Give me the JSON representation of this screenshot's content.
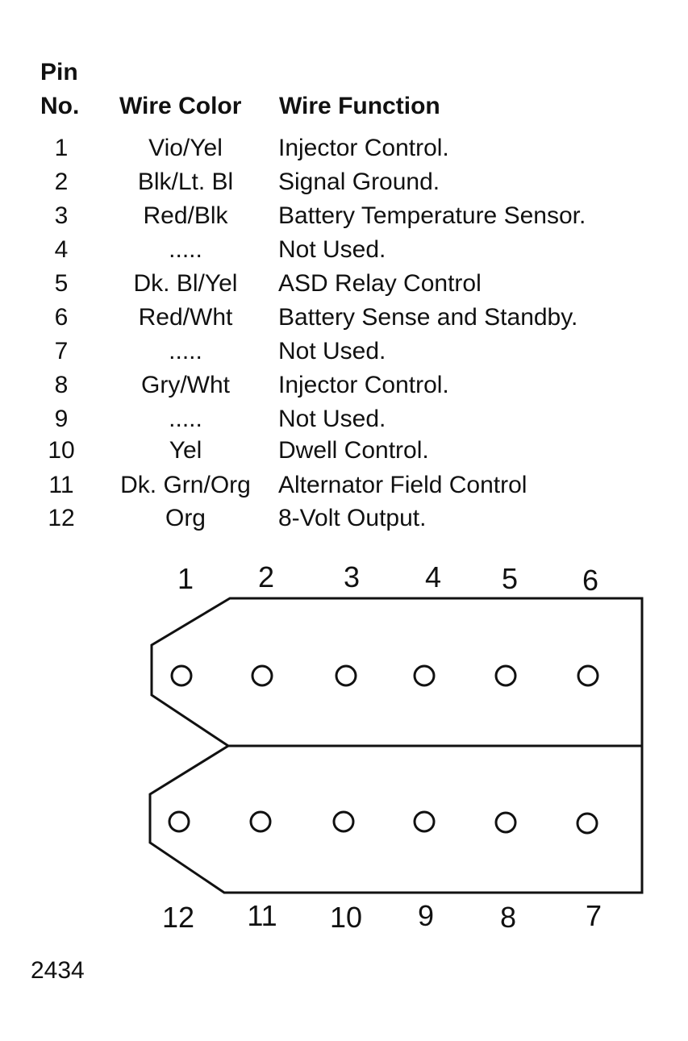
{
  "table": {
    "header_pin": "Pin",
    "header_no": "No.",
    "header_color": "Wire Color",
    "header_function": "Wire Function",
    "rows": [
      {
        "pin": "1",
        "color": "Vio/Yel",
        "function": "Injector Control."
      },
      {
        "pin": "2",
        "color": "Blk/Lt. Bl",
        "function": "Signal Ground."
      },
      {
        "pin": "3",
        "color": "Red/Blk",
        "function": "Battery Temperature Sensor."
      },
      {
        "pin": "4",
        "color": ".....",
        "function": "Not Used."
      },
      {
        "pin": "5",
        "color": "Dk. Bl/Yel",
        "function": "ASD Relay Control"
      },
      {
        "pin": "6",
        "color": "Red/Wht",
        "function": "Battery Sense and Standby."
      },
      {
        "pin": "7",
        "color": ".....",
        "function": "Not Used."
      },
      {
        "pin": "8",
        "color": "Gry/Wht",
        "function": "Injector Control."
      },
      {
        "pin": "9",
        "color": ".....",
        "function": "Not Used."
      },
      {
        "pin": "10",
        "color": "Yel",
        "function": "Dwell Control."
      },
      {
        "pin": "11",
        "color": "Dk. Grn/Org",
        "function": "Alternator Field Control"
      },
      {
        "pin": "12",
        "color": "Org",
        "function": "8-Volt Output."
      }
    ]
  },
  "connector": {
    "top_labels": [
      "1",
      "2",
      "3",
      "4",
      "5",
      "6"
    ],
    "bottom_labels": [
      "12",
      "11",
      "10",
      "9",
      "8",
      "7"
    ]
  },
  "figure_number": "2434"
}
